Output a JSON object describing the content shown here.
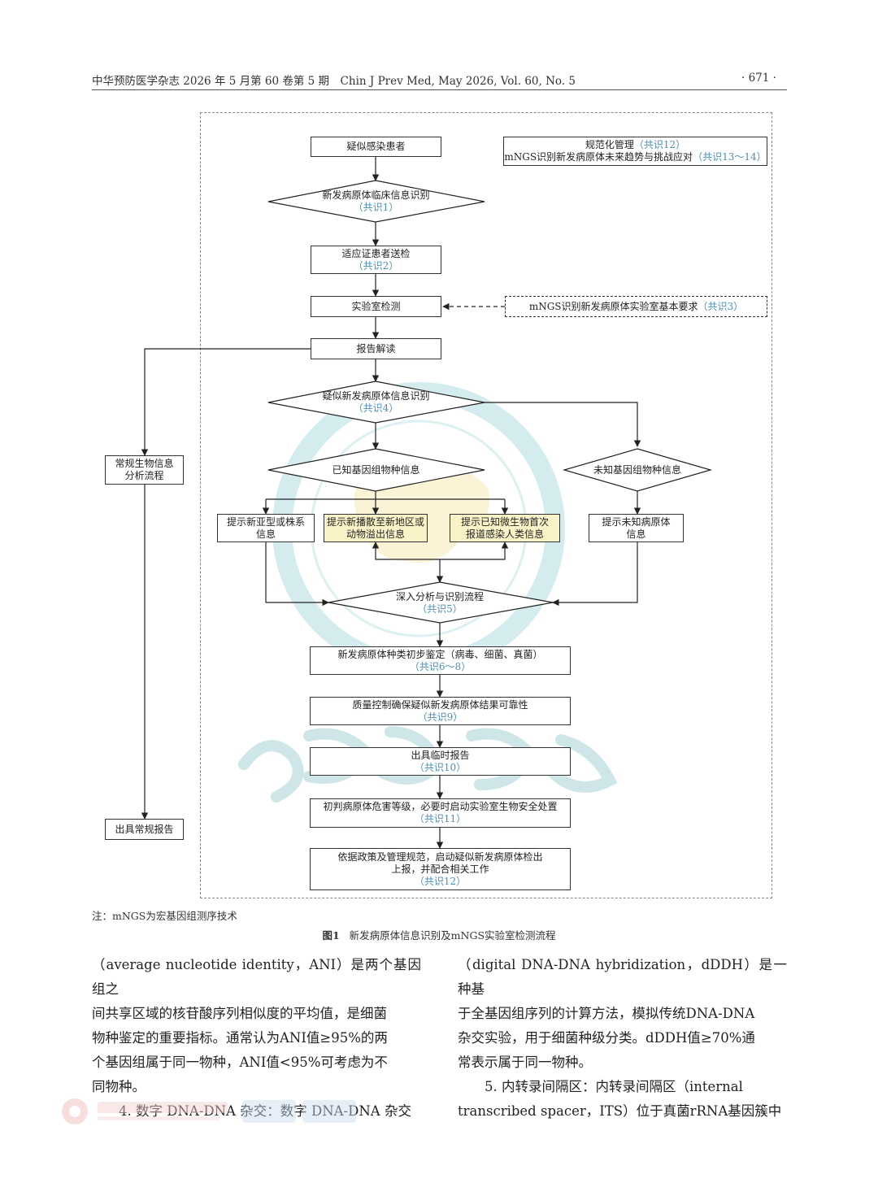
{
  "header": {
    "left": "中华预防医学杂志 2026 年 5 月第 60 卷第 5 期　Chin J Prev Med, May 2026, Vol. 60, No. 5",
    "page": "· 671 ·"
  },
  "flow": {
    "suspected_patient": "疑似感染患者",
    "management_line1_text": "规范化管理",
    "management_line1_tag": "（共识12）",
    "management_line2_text": "mNGS识别新发病原体未来趋势与挑战应对",
    "management_line2_tag": "（共识13～14）",
    "clinical_info": "新发病原体临床信息识别",
    "clinical_info_tag": "（共识1）",
    "indication": "适应证患者送检",
    "indication_tag": "（共识2）",
    "lab_test": "实验室检测",
    "lab_req_text": "mNGS识别新发病原体实验室基本要求",
    "lab_req_tag": "（共识3）",
    "report_read": "报告解读",
    "suspect_info": "疑似新发病原体信息识别",
    "suspect_info_tag": "（共识4）",
    "routine_bio_line1": "常规生物信息",
    "routine_bio_line2": "分析流程",
    "known_genome": "已知基因组物种信息",
    "unknown_genome": "未知基因组物种信息",
    "new_subtype_line1": "提示新亚型或株系",
    "new_subtype_line2": "信息",
    "new_region_line1": "提示新播散至新地区或",
    "new_region_line2": "动物溢出信息",
    "first_human_line1": "提示已知微生物首次",
    "first_human_line2": "报道感染人类信息",
    "unknown_pathogen_line1": "提示未知病原体",
    "unknown_pathogen_line2": "信息",
    "deep_analysis": "深入分析与识别流程",
    "deep_analysis_tag": "（共识5）",
    "prelim_id": "新发病原体种类初步鉴定（病毒、细菌、真菌）",
    "prelim_id_tag": "（共识6～8）",
    "qc": "质量控制确保疑似新发病原体结果可靠性",
    "qc_tag": "（共识9）",
    "temp_report": "出具临时报告",
    "temp_report_tag": "（共识10）",
    "hazard": "初判病原体危害等级，必要时启动实验室生物安全处置",
    "hazard_tag": "（共识11）",
    "policy_line1": "依据政策及管理规范，启动疑似新发病原体检出",
    "policy_line2": "上报，并配合相关工作",
    "policy_tag": "（共识12）",
    "routine_report": "出具常规报告"
  },
  "note": "注：mNGS为宏基因组测序技术",
  "caption": {
    "label": "图1",
    "text": "新发病原体信息识别及mNGS实验室检测流程"
  },
  "body_left": [
    "（average nucleotide identity，ANI）是两个基因组之",
    "间共享区域的核苷酸序列相似度的平均值，是细菌",
    "物种鉴定的重要指标。通常认为ANI值≥95%的两",
    "个基因组属于同一物种，ANI值<95%可考虑为不",
    "同物种。",
    "　　4. 数字 DNA-DNA 杂交：数字 DNA-DNA 杂交"
  ],
  "body_right": [
    "（digital DNA-DNA hybridization，dDDH）是一种基",
    "于全基因组序列的计算方法，模拟传统DNA-DNA",
    "杂交实验，用于细菌种级分类。dDDH值≥70%通",
    "常表示属于同一物种。",
    "　　5. 内转录间隔区：内转录间隔区（internal",
    "transcribed spacer，ITS）位于真菌rRNA基因簇中"
  ],
  "colors": {
    "tag": "#4a8fbf",
    "highlight": "#fbf3c8",
    "watermark": "#cfe6ea"
  }
}
